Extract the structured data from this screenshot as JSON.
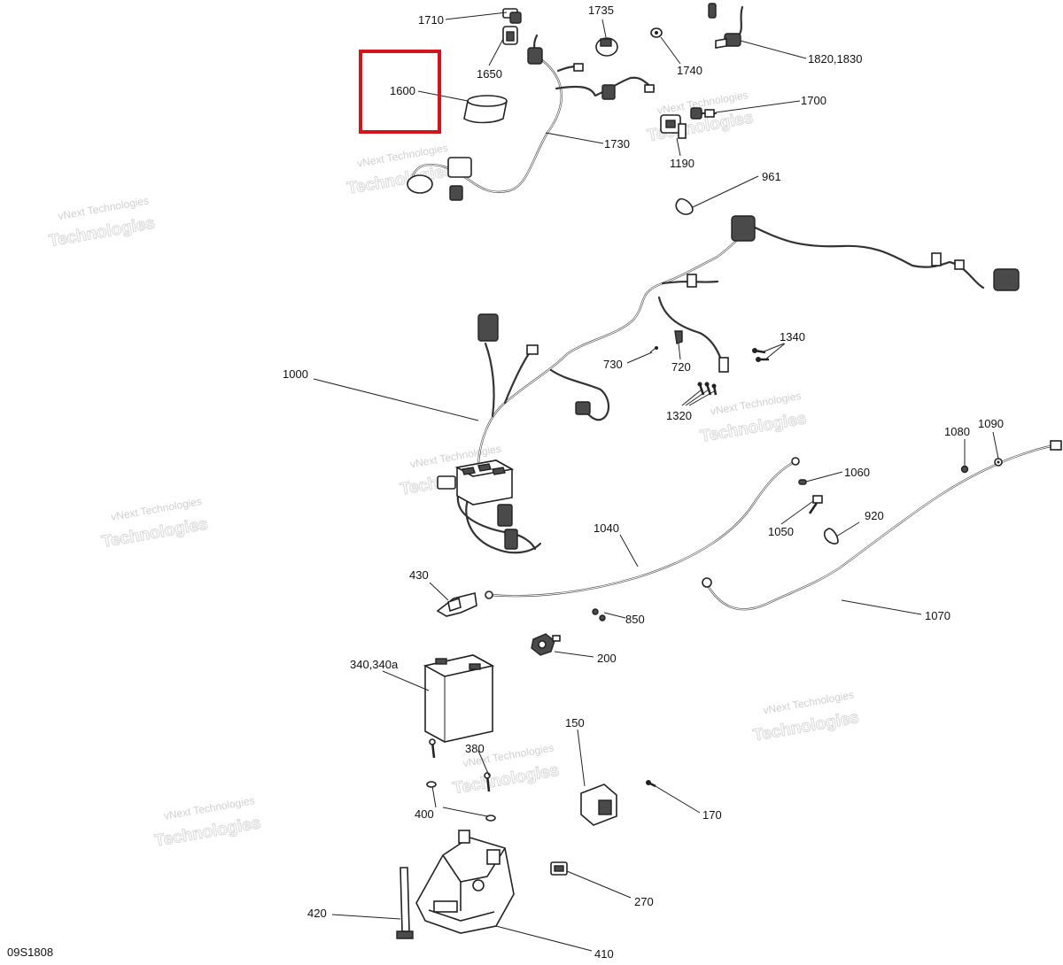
{
  "drawing_code": "09S1808",
  "highlight_color": "#d4141c",
  "watermark": {
    "line1": "vNext Technologies",
    "line2": "Technologies"
  },
  "callouts": {
    "c1710": "1710",
    "c1735": "1735",
    "c1650": "1650",
    "c1740": "1740",
    "c1820": "1820,1830",
    "c1600": "1600",
    "c1700": "1700",
    "c1730": "1730",
    "c1190": "1190",
    "c961": "961",
    "c1340": "1340",
    "c730": "730",
    "c720": "720",
    "c1000": "1000",
    "c1320": "1320",
    "c1080": "1080",
    "c1090": "1090",
    "c1060": "1060",
    "c920": "920",
    "c1040": "1040",
    "c1050": "1050",
    "c430": "430",
    "c850": "850",
    "c1070": "1070",
    "c200": "200",
    "c340": "340,340a",
    "c150": "150",
    "c380": "380",
    "c170": "170",
    "c400": "400",
    "c270": "270",
    "c420": "420",
    "c410": "410"
  }
}
